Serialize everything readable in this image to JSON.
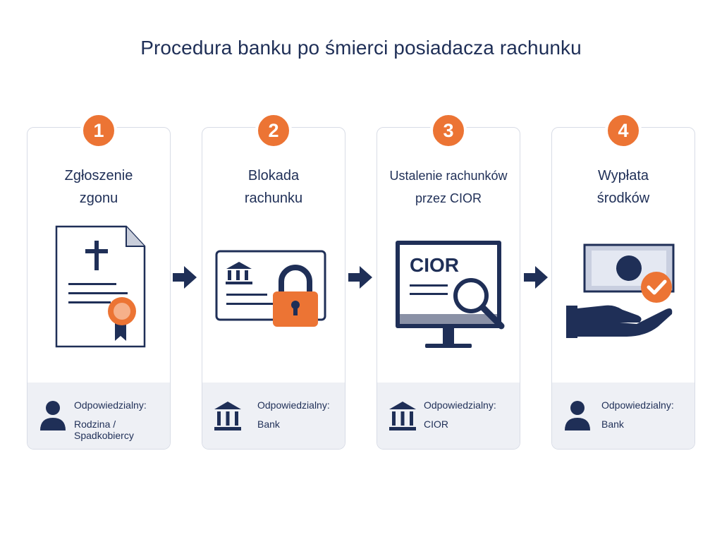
{
  "title": "Procedura banku po śmierci posiadacza rachunku",
  "steps": [
    {
      "number": "1",
      "title_line1": "Zgłoszenie",
      "title_line2": "zgonu",
      "responsible_label": "Odpowiedzialny:",
      "responsible_value": "Rodzina / Spadkobiercy"
    },
    {
      "number": "2",
      "title_line1": "Blokada",
      "title_line2": "rachunku",
      "responsible_label": "Odpowiedzialny:",
      "responsible_value": "Bank"
    },
    {
      "number": "3",
      "title_line1": "Ustalenie rachunków",
      "title_line2": "przez CIOR",
      "screen_text": "CIOR",
      "responsible_label": "Odpowiedzialny:",
      "responsible_value": "CIOR"
    },
    {
      "number": "4",
      "title_line1": "Wypłata",
      "title_line2": "środków",
      "responsible_label": "Odpowiedzialny:",
      "responsible_value": "Bank"
    }
  ],
  "colors": {
    "navy": "#1f2f57",
    "orange": "#ec7434",
    "footer_bg": "#eef0f5"
  }
}
